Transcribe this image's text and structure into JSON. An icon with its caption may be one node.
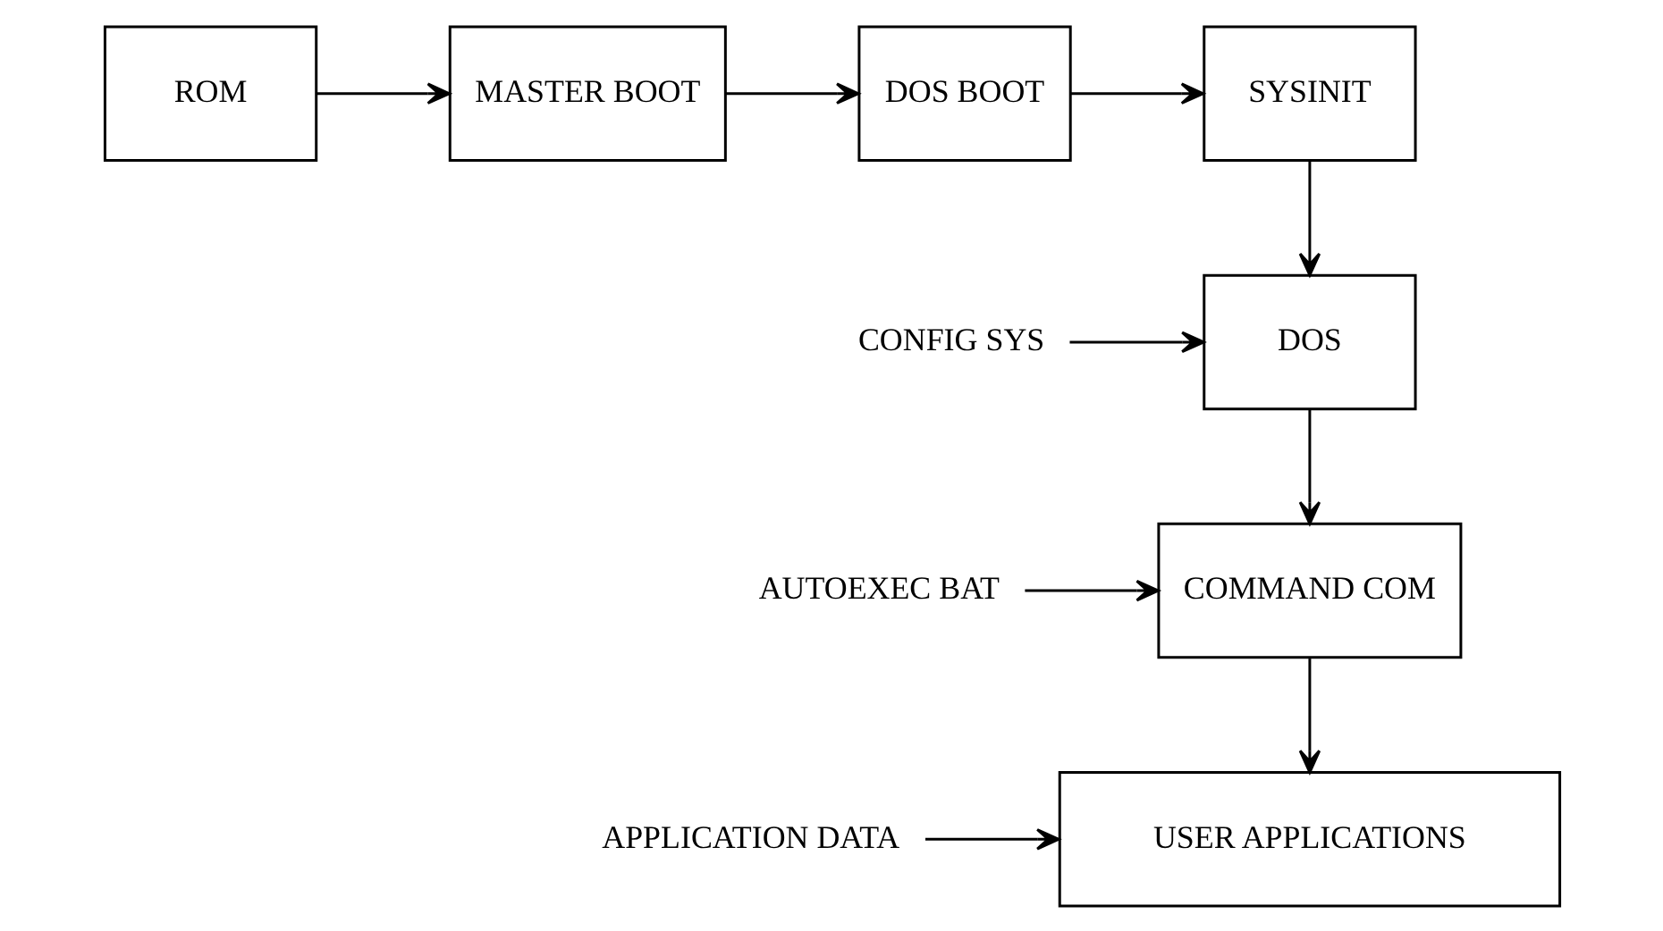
{
  "diagram": {
    "nodes": [
      {
        "text": [
          "ROM"
        ]
      },
      {
        "text": [
          "MASTER BOOT"
        ]
      },
      {
        "text": [
          "DOS BOOT"
        ]
      },
      {
        "text": [
          "SYSINIT"
        ]
      },
      {
        "text": [
          "DOS"
        ]
      },
      {
        "text": [
          "CONFIG SYS"
        ]
      },
      {
        "text": [
          "COMMAND COM"
        ]
      },
      {
        "text": [
          "AUTOEXEC BAT"
        ]
      },
      {
        "text": [
          "USER APPLICATIONS"
        ]
      },
      {
        "text": [
          "APPLICATION DATA"
        ]
      }
    ],
    "edges": [
      {
        "from": 0,
        "to": 1,
        "arrow": "to"
      },
      {
        "from": 1,
        "to": 2,
        "arrow": "to"
      },
      {
        "from": 2,
        "to": 3,
        "arrow": "to"
      },
      {
        "from": 3,
        "to": 4,
        "arrow": "to"
      },
      {
        "from": 5,
        "to": 4,
        "arrow": "to"
      },
      {
        "from": 4,
        "to": 6,
        "arrow": "to"
      },
      {
        "from": 7,
        "to": 6,
        "arrow": "to"
      },
      {
        "from": 6,
        "to": 8,
        "arrow": "to"
      },
      {
        "from": 9,
        "to": 8,
        "arrow": "to"
      }
    ]
  }
}
